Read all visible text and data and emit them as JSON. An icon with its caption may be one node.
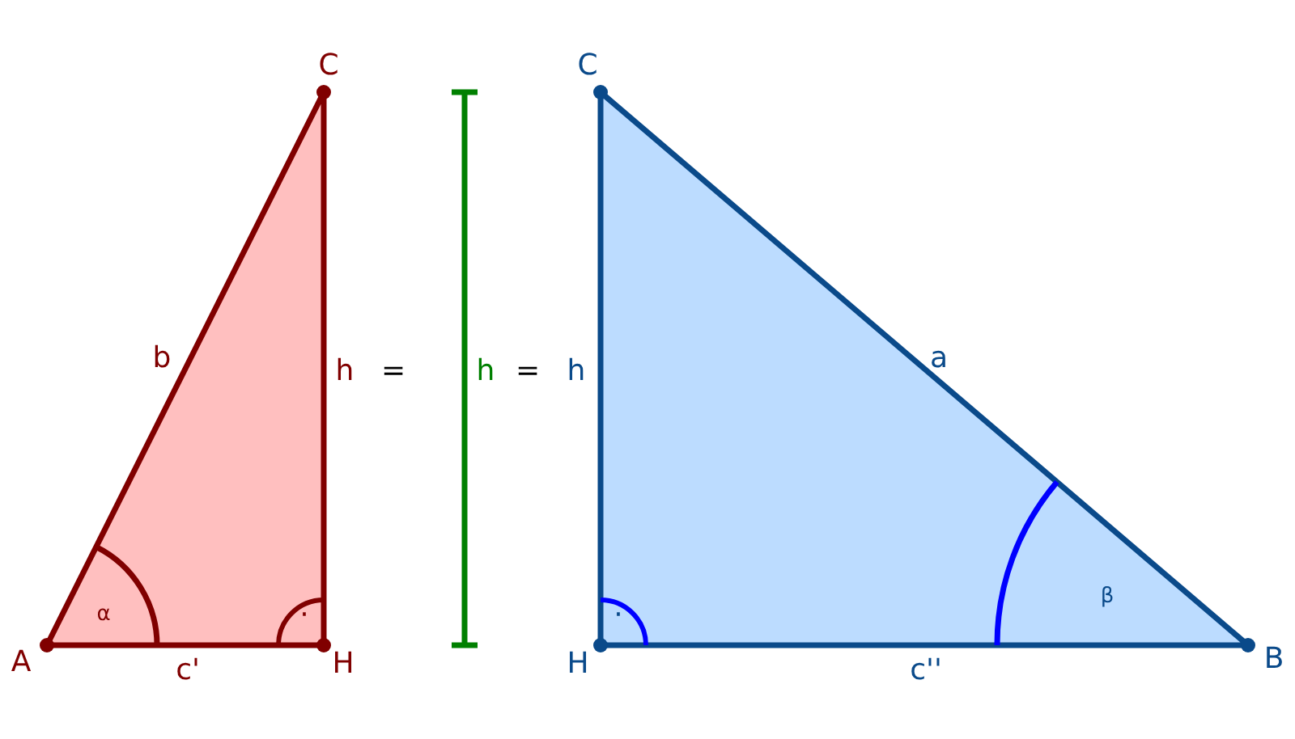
{
  "diagram": {
    "labels": [
      "C",
      "b",
      "h",
      "α",
      "·",
      "A",
      "c'",
      "H",
      "=",
      "h",
      "=",
      "C",
      "h",
      "a",
      "·",
      "β",
      "H",
      "c''",
      "B"
    ]
  }
}
